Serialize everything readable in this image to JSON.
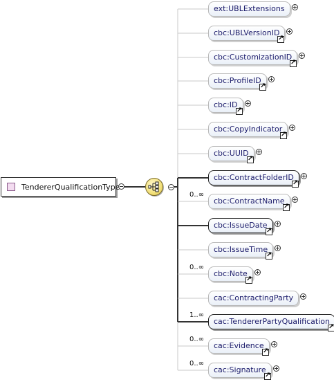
{
  "root": {
    "label": "TendererQualificationType"
  },
  "sequence": [
    {
      "label": "ext:UBLExtensions",
      "required": false,
      "cardinality": "",
      "link_icon": false
    },
    {
      "label": "cbc:UBLVersionID",
      "required": false,
      "cardinality": "",
      "link_icon": true
    },
    {
      "label": "cbc:CustomizationID",
      "required": false,
      "cardinality": "",
      "link_icon": true
    },
    {
      "label": "cbc:ProfileID",
      "required": false,
      "cardinality": "",
      "link_icon": true
    },
    {
      "label": "cbc:ID",
      "required": false,
      "cardinality": "",
      "link_icon": true
    },
    {
      "label": "cbc:CopyIndicator",
      "required": false,
      "cardinality": "",
      "link_icon": true
    },
    {
      "label": "cbc:UUID",
      "required": false,
      "cardinality": "",
      "link_icon": true
    },
    {
      "label": "cbc:ContractFolderID",
      "required": true,
      "cardinality": "",
      "link_icon": true
    },
    {
      "label": "cbc:ContractName",
      "required": false,
      "cardinality": "0..∞",
      "link_icon": true
    },
    {
      "label": "cbc:IssueDate",
      "required": true,
      "cardinality": "",
      "link_icon": true
    },
    {
      "label": "cbc:IssueTime",
      "required": false,
      "cardinality": "",
      "link_icon": true
    },
    {
      "label": "cbc:Note",
      "required": false,
      "cardinality": "0..∞",
      "link_icon": true
    },
    {
      "label": "cac:ContractingParty",
      "required": false,
      "cardinality": "",
      "link_icon": false
    },
    {
      "label": "cac:TendererPartyQualification",
      "required": true,
      "cardinality": "1..∞",
      "link_icon": true
    },
    {
      "label": "cac:Evidence",
      "required": false,
      "cardinality": "0..∞",
      "link_icon": true
    },
    {
      "label": "cac:Signature",
      "required": false,
      "cardinality": "0..∞",
      "link_icon": true
    }
  ],
  "colors": {
    "optional_line": "#c8c8c8",
    "required_line": "#333333"
  },
  "icons": {
    "root": "complex-type-icon",
    "compositor": "sequence-compositor-icon",
    "expand": "plus-circle-icon",
    "collapse": "minus-circle-icon",
    "reference": "reference-arrow-icon"
  }
}
